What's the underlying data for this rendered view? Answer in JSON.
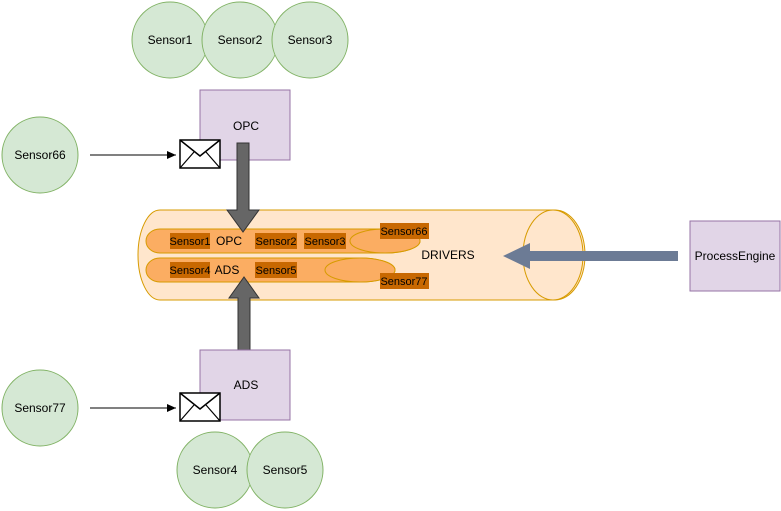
{
  "colors": {
    "sensor_fill": "#d5e8d4",
    "sensor_stroke": "#82b366",
    "box_fill": "#e1d5e7",
    "box_stroke": "#9673a6",
    "pipe_fill": "#ffe6cc",
    "pipe_stroke": "#d79b00",
    "inner_pipe_fill": "#fbad62",
    "tag_fill": "#c86800",
    "arrow_gray": "#666666",
    "arrow_blue": "#6c7b95"
  },
  "top_sensors": [
    "Sensor1",
    "Sensor2",
    "Sensor3"
  ],
  "bottom_sensors": [
    "Sensor4",
    "Sensor5"
  ],
  "left_sensor_top": "Sensor66",
  "left_sensor_bottom": "Sensor77",
  "opc_box": "OPC",
  "ads_box": "ADS",
  "process_engine": "ProcessEngine",
  "drivers_label": "DRIVERS",
  "opc_channel": {
    "label": "OPC",
    "tags": [
      "Sensor1",
      "Sensor2",
      "Sensor3"
    ],
    "extra_tag": "Sensor66"
  },
  "ads_channel": {
    "label": "ADS",
    "tags": [
      "Sensor4",
      "Sensor5"
    ],
    "extra_tag": "Sensor77"
  },
  "icons": {
    "top_message": "envelope-icon",
    "bottom_message": "envelope-icon"
  }
}
